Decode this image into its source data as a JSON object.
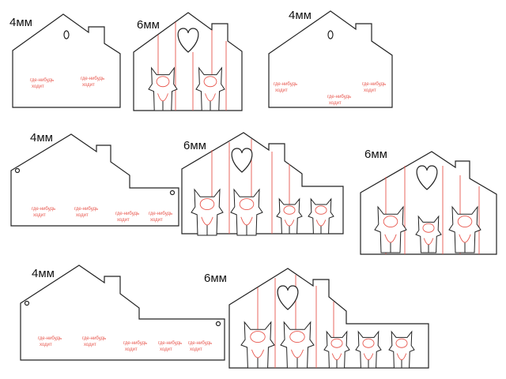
{
  "thickness_labels": [
    "4мм",
    "6мм",
    "4мм",
    "4мм",
    "6мм",
    "6мм",
    "4мм",
    "6мм"
  ],
  "engraving_text": [
    "где-нибудь",
    "ходит"
  ],
  "colors": {
    "outline": "#222222",
    "engrave": "#e8584f",
    "background": "#ffffff"
  }
}
